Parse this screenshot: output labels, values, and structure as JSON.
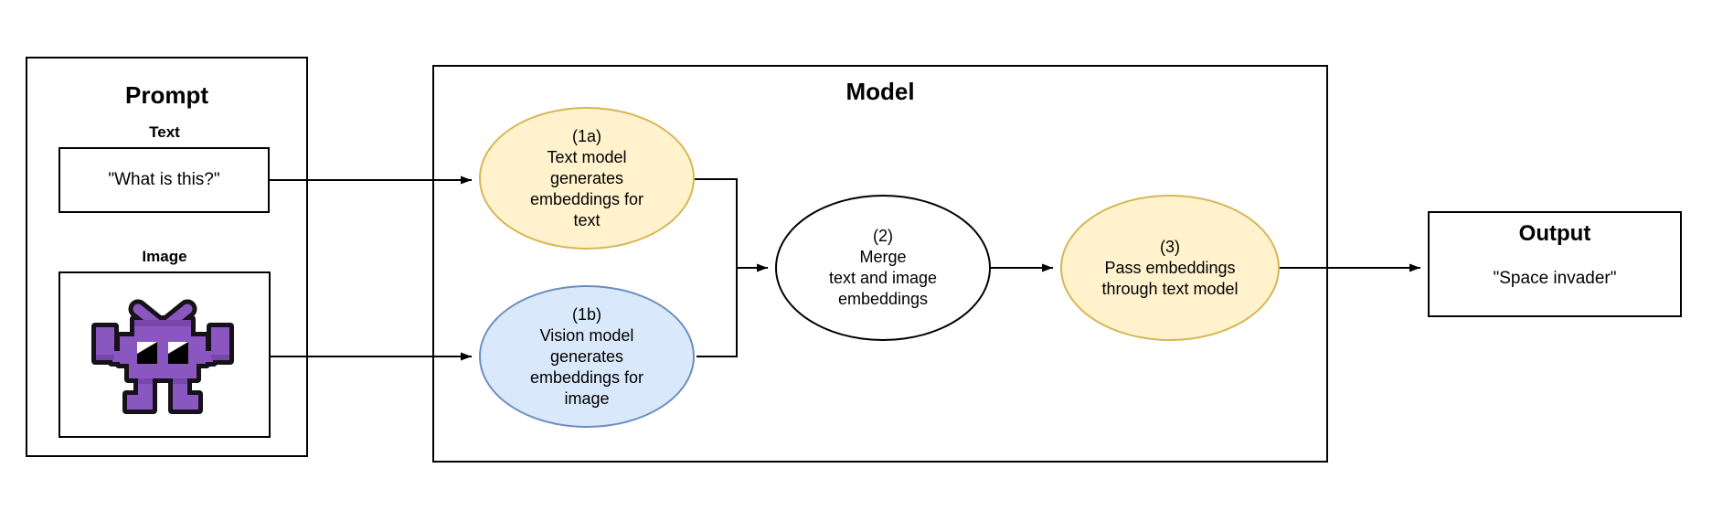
{
  "colors": {
    "canvas-bg": "#ffffff",
    "line": "#000000",
    "yellow-fill": "#fff2cc",
    "yellow-stroke": "#d6b656",
    "blue-fill": "#dae8fc",
    "blue-stroke": "#6c8ebf",
    "invader-purple": "#8a57c0",
    "invader-purple-dark": "#7747ab",
    "invader-outline": "#17121a"
  },
  "prompt": {
    "title": "Prompt",
    "text_label": "Text",
    "text_value": "\"What is this?\"",
    "image_label": "Image",
    "image_icon": "space-invader-sprite"
  },
  "model": {
    "title": "Model",
    "step_1a": "(1a)\nText model\ngenerates\nembeddings for\ntext",
    "step_1b": "(1b)\nVision model\ngenerates\nembeddings for\nimage",
    "step_2": "(2)\nMerge\ntext and image\nembeddings",
    "step_3": "(3)\nPass embeddings\nthrough text model"
  },
  "output": {
    "title": "Output",
    "value": "\"Space invader\""
  }
}
